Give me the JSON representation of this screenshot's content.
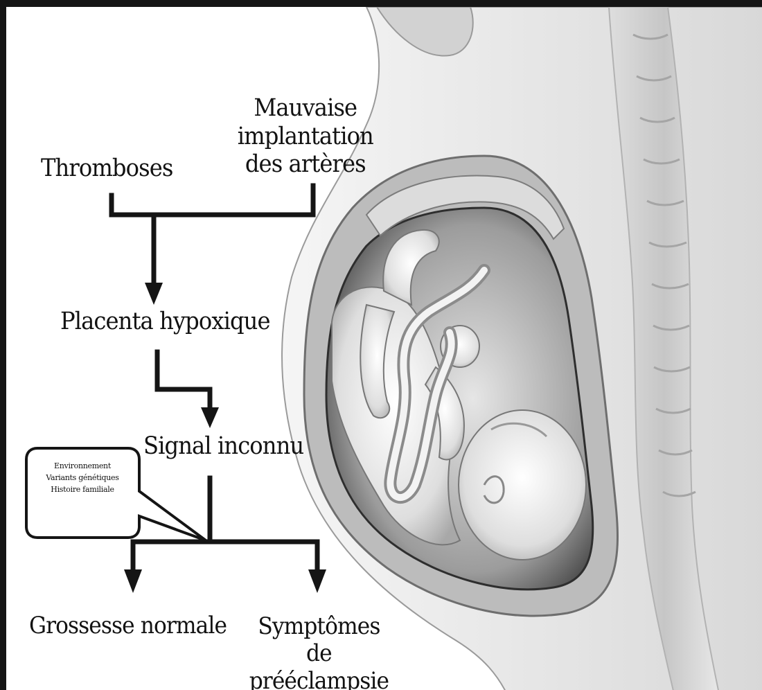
{
  "nodes": {
    "mauvaise_implantation": "Mauvaise implantation\ndes artères",
    "thromboses": "Thromboses",
    "placenta_hypoxique": "Placenta hypoxique",
    "signal_inconnu": "Signal inconnu",
    "grossesse_normale": "Grossesse normale",
    "symptomes_preeclampsie": "Symptômes de\nprééclampsie"
  },
  "callout": {
    "line1": "Environnement",
    "line2": "Variants génétiques",
    "line3": "Histoire familiale"
  },
  "colors": {
    "ink": "#151515",
    "illustration_light": "#e9e9e9",
    "illustration_mid": "#cfcfcf",
    "illustration_dark": "#4a4a4a"
  }
}
